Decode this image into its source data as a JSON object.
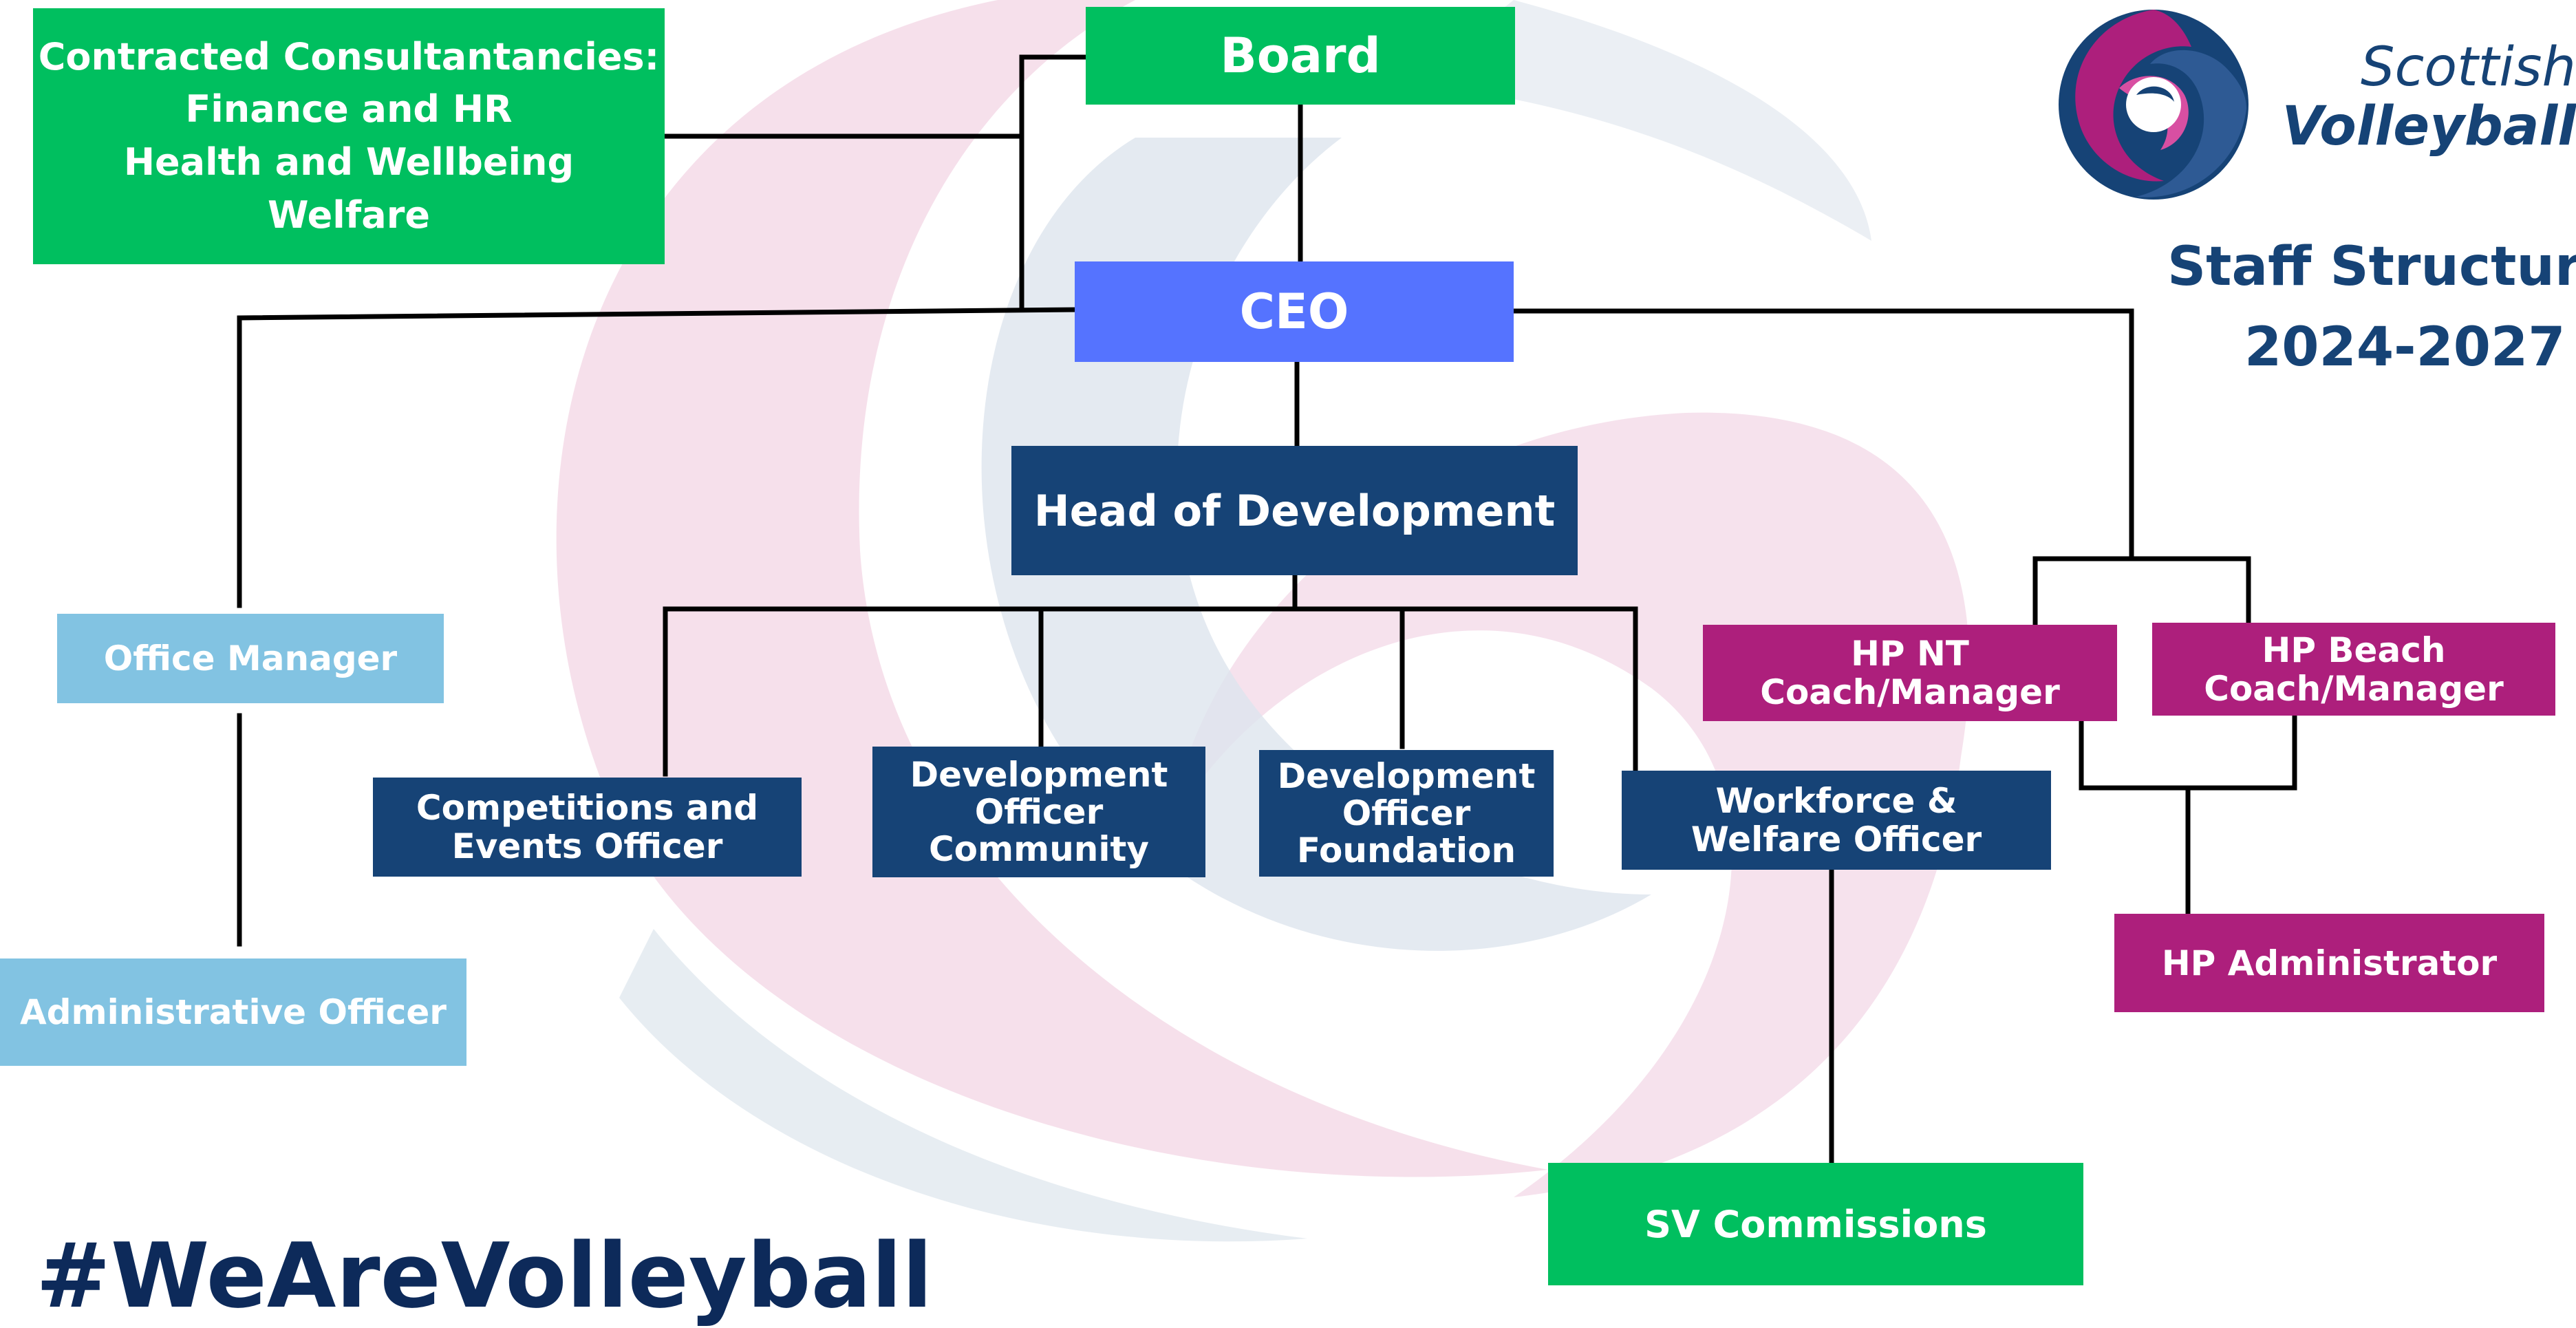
{
  "brand": {
    "name_line1": "Scottish",
    "name_line2": "Volleyball",
    "title_line1": "Staff Structure",
    "title_line2": "2024-2027"
  },
  "boxes": {
    "board": "Board",
    "consultancies": "Contracted Consultantancies:\nFinance and HR\nHealth and Wellbeing\nWelfare",
    "ceo": "CEO",
    "head_of_development": "Head of Development",
    "office_manager": "Office Manager",
    "administrative_officer": "Administrative Officer",
    "competitions_officer": "Competitions and\nEvents Officer",
    "dev_officer_community": "Development\nOfficer\nCommunity",
    "dev_officer_foundation": "Development\nOfficer\nFoundation",
    "workforce_officer": "Workforce &\nWelfare Officer",
    "hp_nt": "HP NT\nCoach/Manager",
    "hp_beach": "HP Beach\nCoach/Manager",
    "hp_administrator": "HP Administrator",
    "sv_commissions": "SV Commissions"
  },
  "hashtag": "#WeAreVolleyball",
  "colors": {
    "green": "#00bf5f",
    "ceo_blue": "#5573ff",
    "navy": "#164376",
    "light_blue": "#82c3e2",
    "magenta": "#ad1f7c",
    "watermark_pink": "#f4dbe8",
    "watermark_blue": "#dde5ed"
  }
}
